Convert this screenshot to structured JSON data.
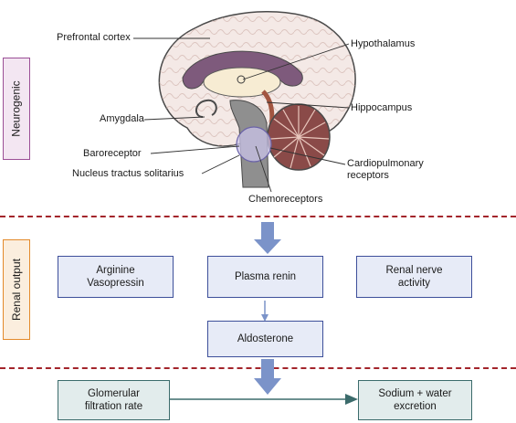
{
  "sections": {
    "neurogenic": "Neurogenic",
    "renal_output": "Renal output"
  },
  "brain_labels": {
    "prefrontal_cortex": "Prefrontal cortex",
    "hypothalamus": "Hypothalamus",
    "hippocampus": "Hippocampus",
    "amygdala": "Amygdala",
    "baroreceptor": "Baroreceptor",
    "nucleus_tractus_solitarius": "Nucleus tractus solitarius",
    "cardiopulmonary_line1": "Cardiopulmonary",
    "cardiopulmonary_line2": "receptors",
    "chemoreceptors": "Chemoreceptors"
  },
  "boxes": {
    "arginine_vasopressin": "Arginine\nVasopressin",
    "plasma_renin": "Plasma renin",
    "renal_nerve_activity": "Renal nerve\nactivity",
    "aldosterone": "Aldosterone",
    "glomerular_filtration_rate": "Glomerular\nfiltration rate",
    "sodium_water_excretion": "Sodium + water\nexcretion"
  },
  "colors": {
    "neurogenic_tab": "#9b4f96",
    "renal_tab": "#e38a2b",
    "divider": "#a3252b",
    "arrow": "#7b93c9",
    "blue_box_fill": "#e7ebf7",
    "green_box_fill": "#e2ecec"
  }
}
